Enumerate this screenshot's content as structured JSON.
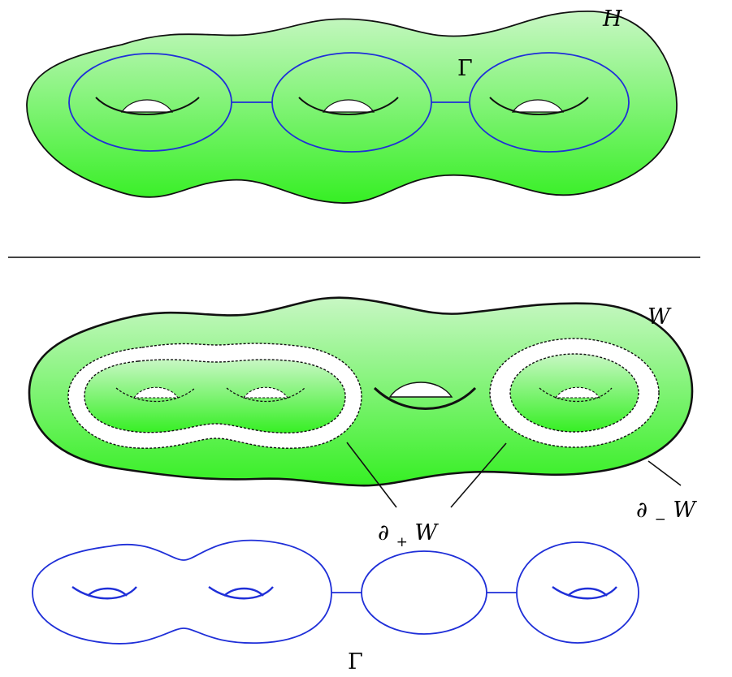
{
  "labels": {
    "H": "H",
    "gamma_top": "Γ",
    "W": "W",
    "partial_plus_W": {
      "symbol": "∂",
      "subscript": "+",
      "letter": "W"
    },
    "partial_minus_W": {
      "symbol": "∂",
      "subscript": "−",
      "letter": "W"
    },
    "gamma_bottom": "Γ"
  },
  "colors": {
    "surface_fill_top": "#c8f7c4",
    "surface_fill_bottom": "#36ef24",
    "outline": "#111111",
    "graph": "#1f2fd8",
    "divider": "#444444",
    "hole_fill": "#ffffff"
  }
}
